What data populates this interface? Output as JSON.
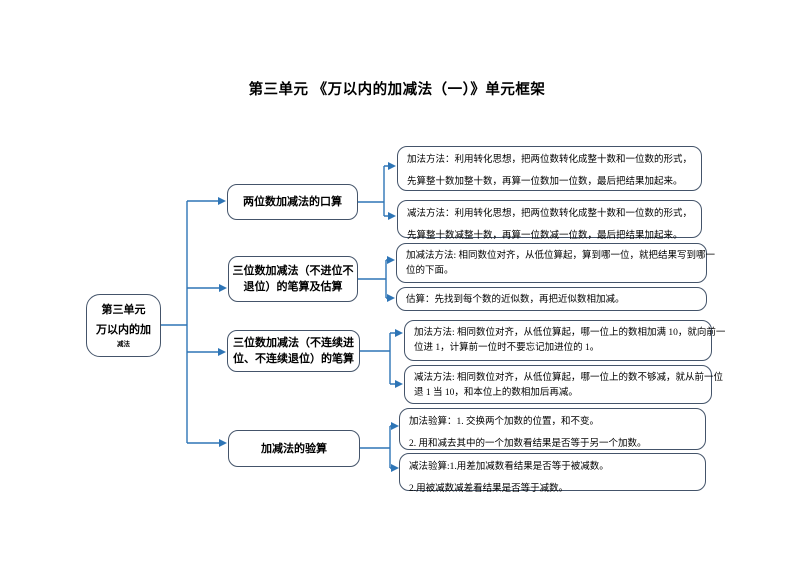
{
  "title": "第三单元 《万以内的加减法（一）》单元框架",
  "colors": {
    "connector": "#2e75b6",
    "border": "#44546a",
    "text": "#000000",
    "background": "#ffffff"
  },
  "root": {
    "lines": [
      "第三单元",
      "万以内的加",
      "减法"
    ]
  },
  "branches": [
    {
      "label_lines": [
        "两位数加减法的口算"
      ],
      "leaves": [
        {
          "lines": [
            "加法方法：利用转化思想，把两位数转化成整十数和一位数的形式，",
            "先算整十数加整十数，再算一位数加一位数，最后把结果加起来。"
          ]
        },
        {
          "lines": [
            "减法方法：利用转化思想，把两位数转化成整十数和一位数的形式，",
            "先算整十数减整十数，再算一位数减一位数，最后把结果加起来。"
          ]
        }
      ]
    },
    {
      "label_lines": [
        "三位数加减法（不进位不",
        "退位）的笔算及估算"
      ],
      "leaves": [
        {
          "lines": [
            "加减法方法: 相同数位对齐，从低位算起，算到哪一位，就把结果写到哪一",
            "位的下面。"
          ]
        },
        {
          "lines": [
            "估算：先找到每个数的近似数，再把近似数相加减。"
          ]
        }
      ]
    },
    {
      "label_lines": [
        "三位数加减法（不连续进",
        "位、不连续退位）的笔算"
      ],
      "leaves": [
        {
          "lines": [
            "加法方法: 相同数位对齐，从低位算起，哪一位上的数相加满 10，就向前一",
            "位进 1，计算前一位时不要忘记加进位的 1。"
          ]
        },
        {
          "lines": [
            "减法方法: 相同数位对齐，从低位算起，哪一位上的数不够减，就从前一位",
            "退 1 当 10，和本位上的数相加后再减。"
          ]
        }
      ]
    },
    {
      "label_lines": [
        "加减法的验算"
      ],
      "leaves": [
        {
          "lines": [
            "加法验算：1. 交换两个加数的位置，和不变。",
            "2. 用和减去其中的一个加数看结果是否等于另一个加数。"
          ]
        },
        {
          "lines": [
            "减法验算:1.用差加减数看结果是否等于被减数。",
            "2.用被减数减差看结果是否等于减数。"
          ]
        }
      ]
    }
  ]
}
